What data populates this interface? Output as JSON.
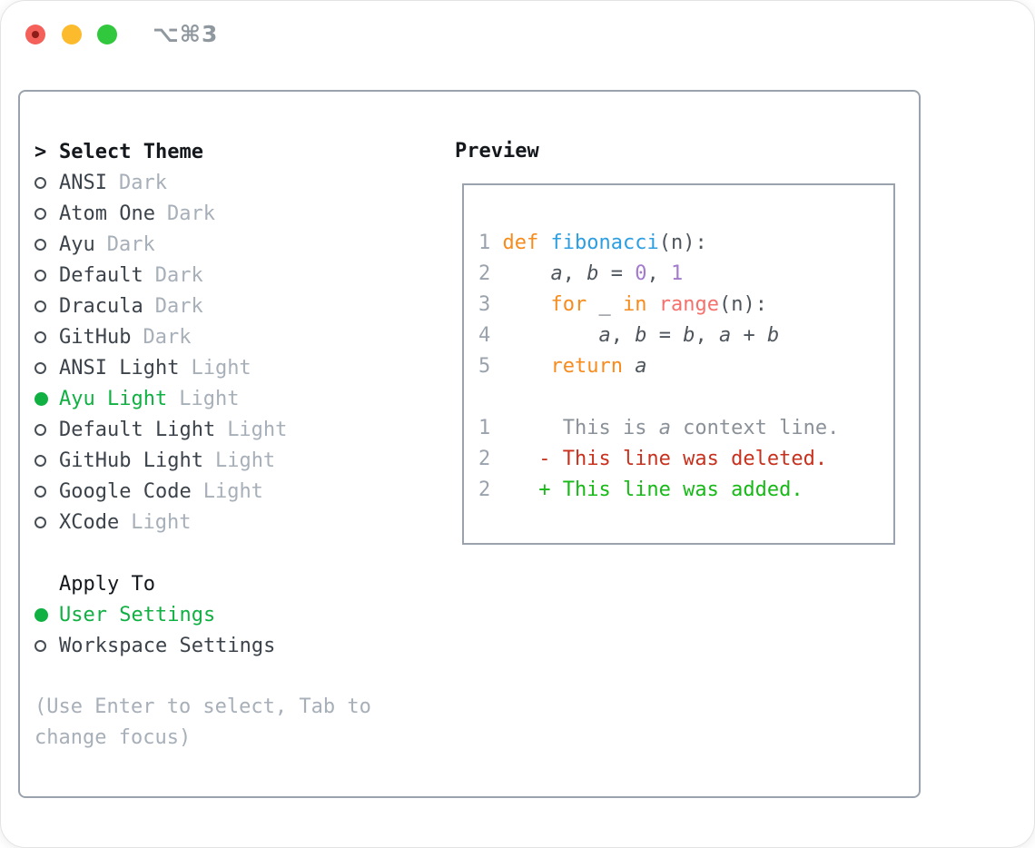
{
  "window": {
    "shortcut_label": "⌥⌘3",
    "traffic_lights": [
      "close-button",
      "minimize-button",
      "zoom-button"
    ]
  },
  "theme_list": {
    "prompt": ">",
    "title": "Select Theme",
    "items": [
      {
        "label": "ANSI",
        "tag": "Dark",
        "selected": false
      },
      {
        "label": "Atom One",
        "tag": "Dark",
        "selected": false
      },
      {
        "label": "Ayu",
        "tag": "Dark",
        "selected": false
      },
      {
        "label": "Default",
        "tag": "Dark",
        "selected": false
      },
      {
        "label": "Dracula",
        "tag": "Dark",
        "selected": false
      },
      {
        "label": "GitHub",
        "tag": "Dark",
        "selected": false
      },
      {
        "label": "ANSI Light",
        "tag": "Light",
        "selected": false
      },
      {
        "label": "Ayu Light",
        "tag": "Light",
        "selected": true
      },
      {
        "label": "Default Light",
        "tag": "Light",
        "selected": false
      },
      {
        "label": "GitHub Light",
        "tag": "Light",
        "selected": false
      },
      {
        "label": "Google Code",
        "tag": "Light",
        "selected": false
      },
      {
        "label": "XCode",
        "tag": "Light",
        "selected": false
      }
    ]
  },
  "apply_to": {
    "title": "Apply To",
    "options": [
      {
        "label": "User Settings",
        "selected": true
      },
      {
        "label": "Workspace Settings",
        "selected": false
      }
    ]
  },
  "help": [
    "(Use Enter to select, Tab to",
    "change focus)"
  ],
  "preview": {
    "title": "Preview",
    "lines": [
      {
        "num": "1",
        "tokens": [
          {
            "t": " ",
            "c": "fg"
          },
          {
            "t": "def ",
            "c": "kw"
          },
          {
            "t": "fibonacci",
            "c": "fn"
          },
          {
            "t": "(n):",
            "c": "fg"
          }
        ]
      },
      {
        "num": "2",
        "tokens": [
          {
            "t": "     ",
            "c": "fg"
          },
          {
            "t": "a",
            "c": "var"
          },
          {
            "t": ", ",
            "c": "fg"
          },
          {
            "t": "b",
            "c": "var"
          },
          {
            "t": " = ",
            "c": "fg"
          },
          {
            "t": "0",
            "c": "const"
          },
          {
            "t": ", ",
            "c": "fg"
          },
          {
            "t": "1",
            "c": "const"
          }
        ]
      },
      {
        "num": "3",
        "tokens": [
          {
            "t": "     ",
            "c": "fg"
          },
          {
            "t": "for ",
            "c": "kw"
          },
          {
            "t": "_ ",
            "c": "fg"
          },
          {
            "t": "in ",
            "c": "kw"
          },
          {
            "t": "range",
            "c": "call"
          },
          {
            "t": "(n):",
            "c": "fg"
          }
        ]
      },
      {
        "num": "4",
        "tokens": [
          {
            "t": "         ",
            "c": "fg"
          },
          {
            "t": "a",
            "c": "var"
          },
          {
            "t": ", ",
            "c": "fg"
          },
          {
            "t": "b",
            "c": "var"
          },
          {
            "t": " = ",
            "c": "fg"
          },
          {
            "t": "b",
            "c": "var"
          },
          {
            "t": ", ",
            "c": "fg"
          },
          {
            "t": "a",
            "c": "var"
          },
          {
            "t": " + ",
            "c": "fg"
          },
          {
            "t": "b",
            "c": "var"
          }
        ]
      },
      {
        "num": "5",
        "tokens": [
          {
            "t": "     ",
            "c": "fg"
          },
          {
            "t": "return ",
            "c": "kw"
          },
          {
            "t": "a",
            "c": "var"
          }
        ]
      },
      {
        "num": "",
        "tokens": []
      },
      {
        "num": "1",
        "tokens": [
          {
            "t": "      This is ",
            "c": "ctx"
          },
          {
            "t": "a",
            "c": "ctxv"
          },
          {
            "t": " context line.",
            "c": "ctx"
          }
        ]
      },
      {
        "num": "2",
        "tokens": [
          {
            "t": "    - This line was deleted.",
            "c": "del"
          }
        ]
      },
      {
        "num": "2",
        "tokens": [
          {
            "t": "    + This line was added.",
            "c": "add"
          }
        ]
      }
    ]
  },
  "colors": {
    "ui": {
      "selected_green": "#10b043",
      "panel_border": "#9aa3ad",
      "header_text": "#14181c",
      "item_text": "#3c434b",
      "muted_text": "#a7afb9",
      "titlebar_text": "#8f979f",
      "traffic_red": "#f4605a",
      "traffic_yellow": "#fcbb2d",
      "traffic_green": "#32c83e"
    },
    "syntax": {
      "kw": "#f78c1e",
      "fn": "#2d9ee0",
      "call": "#f4716d",
      "const": "#a37acc",
      "fg": "#4e555c",
      "var": "#4e555c",
      "ctx": "#8b9199",
      "ctxv": "#8b9199",
      "del": "#c8311e",
      "add": "#17b917",
      "line_number": "#9aa3ad"
    }
  }
}
